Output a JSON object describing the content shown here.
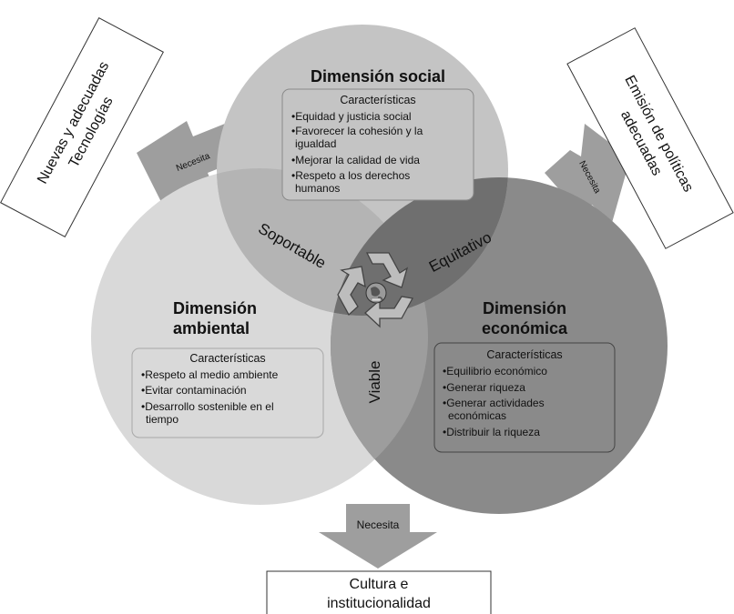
{
  "social": {
    "title": "Dimensión social",
    "header": "Características",
    "items": [
      "•Equidad y justicia social",
      "•Favorecer la cohesión y la",
      "igualdad",
      "•Mejorar la calidad de vida",
      "•Respeto a los derechos",
      "humanos"
    ]
  },
  "ambiental": {
    "title_line1": "Dimensión",
    "title_line2": "ambiental",
    "header": "Características",
    "items": [
      "•Respeto al medio ambiente",
      "•Evitar contaminación",
      "•Desarrollo sostenible en el",
      "tiempo"
    ]
  },
  "economica": {
    "title_line1": "Dimensión",
    "title_line2": "económica",
    "header": "Características",
    "items": [
      "•Equilibrio económico",
      "•Generar riqueza",
      "•Generar actividades",
      "económicas",
      "•Distribuir la riqueza"
    ]
  },
  "overlaps": {
    "soportable": "Soportable",
    "equitativo": "Equitativo",
    "viable": "Viable"
  },
  "needs": {
    "left_arrow": "Necesita",
    "right_arrow": "Necesita",
    "bottom_arrow": "Necesita"
  },
  "outcomes": {
    "left_line1": "Nuevas y adecuadas",
    "left_line2": "Tecnologías",
    "right_line1": "Emisión de políticas",
    "right_line2": "adecuadas",
    "bottom_line1": "Cultura e",
    "bottom_line2": "institucionalidad"
  },
  "icons": {
    "center": "recycle-globe-icon"
  },
  "colors": {
    "social_circle": "#c4c4c4",
    "ambiental_circle": "#d9d9d9",
    "economica_circle": "#8a8a8a",
    "overlap_social_economica": "#6f6f6f",
    "arrow": "#9e9e9e"
  }
}
